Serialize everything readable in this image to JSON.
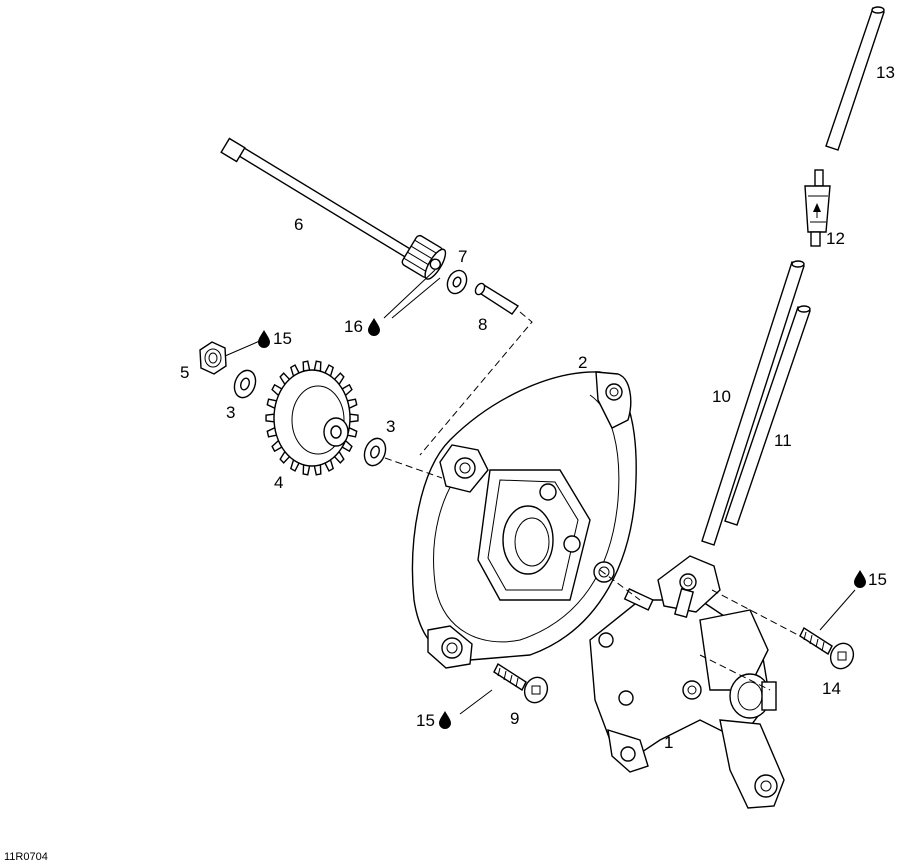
{
  "diagram": {
    "figure_ref": "11R0704",
    "callouts": {
      "c1": "1",
      "c2": "2",
      "c3a": "3",
      "c3b": "3",
      "c4": "4",
      "c5": "5",
      "c6": "6",
      "c7": "7",
      "c8": "8",
      "c9": "9",
      "c10": "10",
      "c11": "11",
      "c12": "12",
      "c13": "13",
      "c14": "14",
      "c15_nut": "15",
      "c15_bolt": "15",
      "c15_screw": "15",
      "c16": "16"
    },
    "icons": {
      "lubricant": "oil-drop-icon"
    }
  }
}
